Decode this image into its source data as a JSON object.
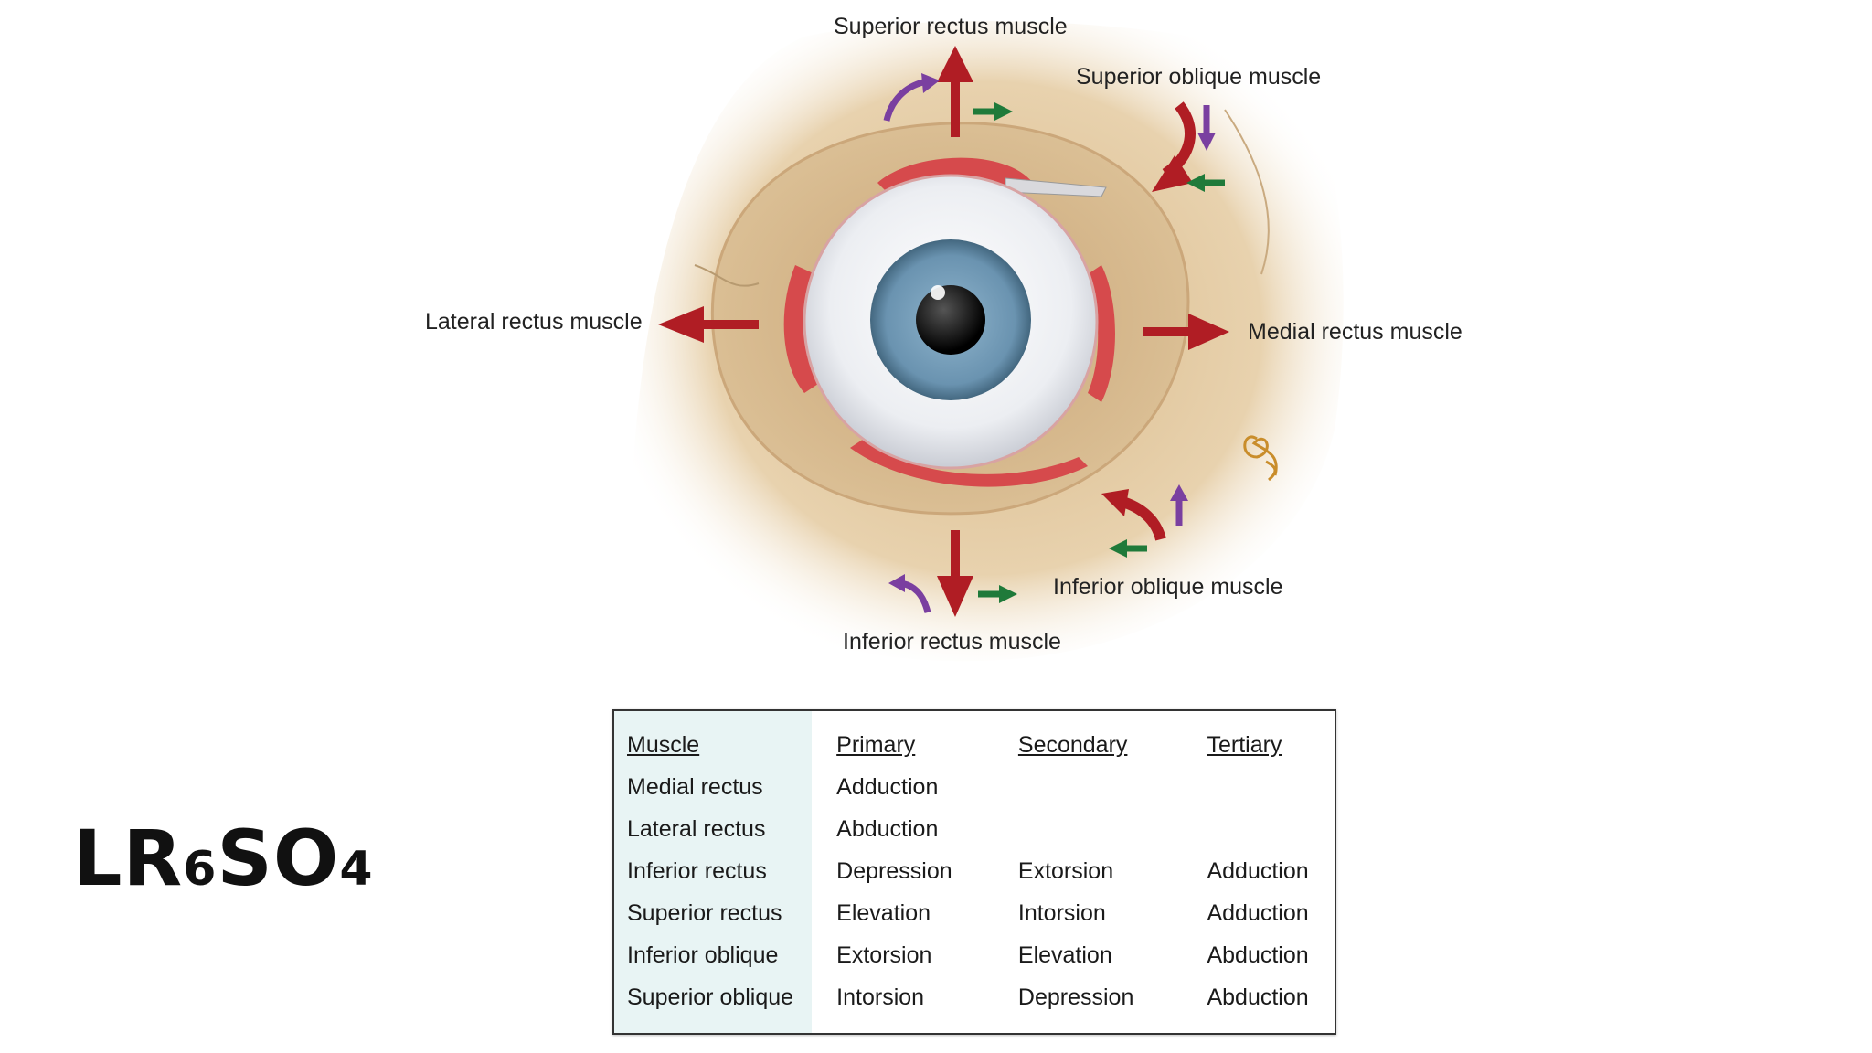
{
  "diagram": {
    "labels": {
      "superior_rectus": "Superior rectus muscle",
      "superior_oblique": "Superior oblique muscle",
      "lateral_rectus": "Lateral rectus muscle",
      "medial_rectus": "Medial rectus muscle",
      "inferior_oblique": "Inferior oblique muscle",
      "inferior_rectus": "Inferior rectus muscle"
    },
    "colors": {
      "primary_arrow": "#b01d24",
      "secondary_arrow": "#7a3fa0",
      "tertiary_arrow": "#1f7a3a",
      "bone": "#e3cba3",
      "iris": "#6f98b3"
    }
  },
  "mnemonic": {
    "part1": "LR",
    "sub1": "6",
    "part2": "SO",
    "sub2": "4"
  },
  "table": {
    "headers": [
      "Muscle",
      "Primary",
      "Secondary",
      "Tertiary"
    ],
    "rows": [
      [
        "Medial rectus",
        "Adduction",
        "",
        ""
      ],
      [
        "Lateral rectus",
        "Abduction",
        "",
        ""
      ],
      [
        "Inferior rectus",
        "Depression",
        "Extorsion",
        "Adduction"
      ],
      [
        "Superior rectus",
        "Elevation",
        "Intorsion",
        "Adduction"
      ],
      [
        "Inferior oblique",
        "Extorsion",
        "Elevation",
        "Abduction"
      ],
      [
        "Superior oblique",
        "Intorsion",
        "Depression",
        "Abduction"
      ]
    ]
  }
}
